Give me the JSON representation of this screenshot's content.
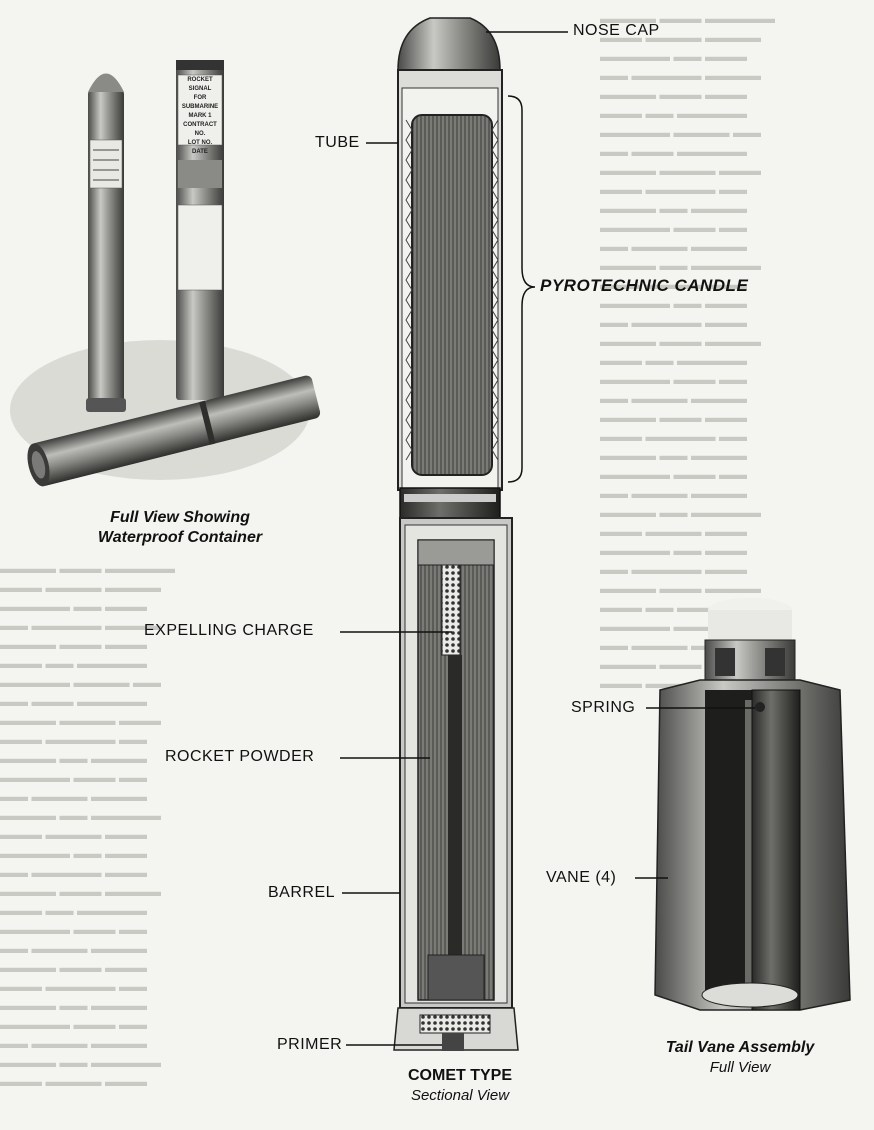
{
  "labels": {
    "nose_cap": "NOSE CAP",
    "tube": "TUBE",
    "pyrotechnic_candle": "PYROTECHNIC CANDLE",
    "expelling_charge": "EXPELLING CHARGE",
    "rocket_powder": "ROCKET POWDER",
    "barrel": "BARREL",
    "primer": "PRIMER",
    "spring": "SPRING",
    "vane": "VANE (4)"
  },
  "captions": {
    "full_view_line1": "Full View Showing",
    "full_view_line2": "Waterproof Container",
    "comet_title": "COMET TYPE",
    "comet_sub": "Sectional View",
    "tail_title": "Tail Vane Assembly",
    "tail_sub": "Full View"
  },
  "container_labels": {
    "top": "ROCKET SIGNAL",
    "line2": "FOR SUBMARINE",
    "mark": "MARK 1",
    "contract": "CONTRACT NO.",
    "lot": "LOT NO.",
    "date": "DATE"
  },
  "colors": {
    "metal_dark": "#5a5a58",
    "metal_light": "#b8b8b4",
    "paper": "#f4f4f1",
    "ink": "#111111"
  }
}
